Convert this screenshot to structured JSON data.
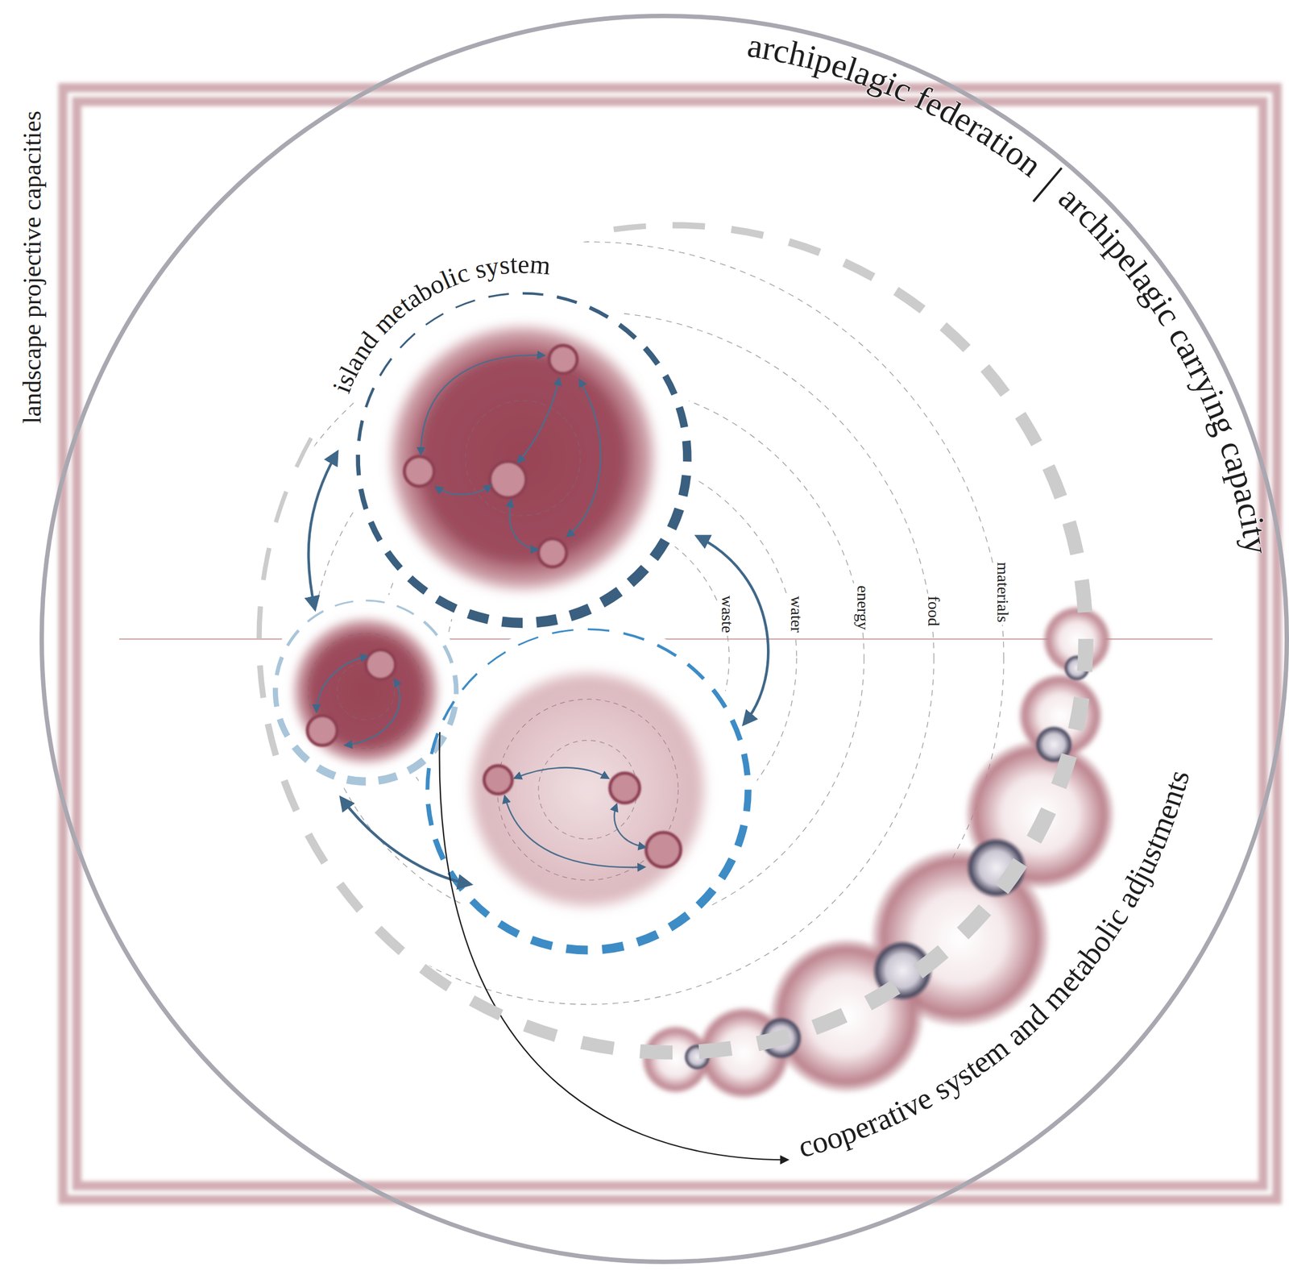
{
  "diagram": {
    "nodes": [
      {
        "text": [
          "landscape projective capacities"
        ]
      },
      {
        "text": [
          "archipelagic federation",
          "archipelagic carrying capacity"
        ]
      },
      {
        "text": [
          "cooperative system and metabolic adjustments"
        ],
        "in": 1
      },
      {
        "text": [
          "island metabolic system"
        ],
        "in": 2
      }
    ],
    "labels": [
      "waste",
      "water",
      "energy",
      "food",
      "materials"
    ]
  }
}
